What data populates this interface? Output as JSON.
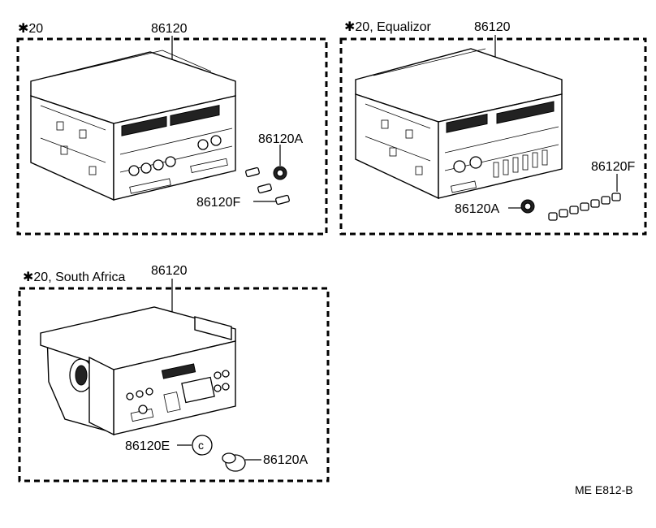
{
  "panels": [
    {
      "header": "✱20",
      "part_top": "86120",
      "callouts": {
        "knob": "86120A",
        "button": "86120F"
      }
    },
    {
      "header": "✱20, Equalizor",
      "part_top": "86120",
      "callouts": {
        "button": "86120F",
        "knob": "86120A"
      }
    },
    {
      "header": "✱20, South Africa",
      "part_top": "86120",
      "callouts": {
        "cap": "86120E",
        "knob": "86120A"
      }
    }
  ],
  "footer_code": "ME E812-B"
}
